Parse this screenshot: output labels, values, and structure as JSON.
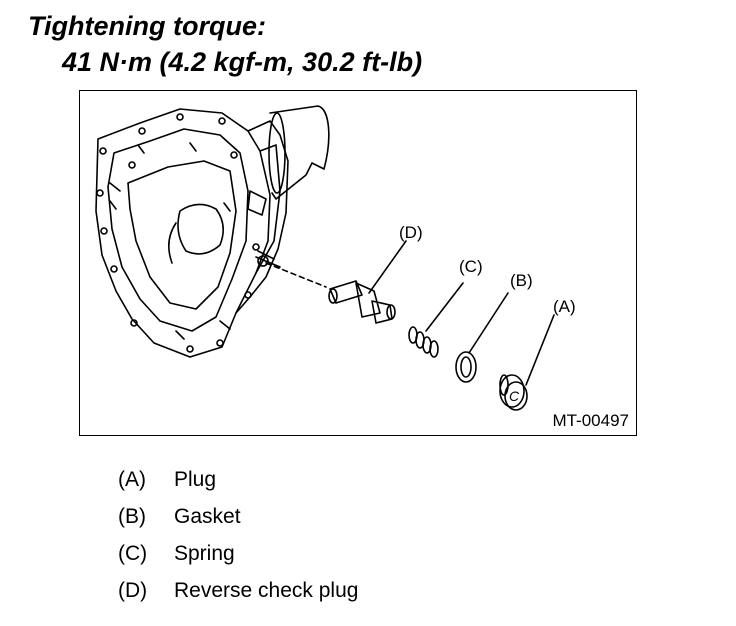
{
  "header": {
    "title": "Tightening torque:",
    "torque": "41 N·m (4.2 kgf-m, 30.2 ft-lb)"
  },
  "figure": {
    "id": "MT-00497",
    "callouts": [
      "(D)",
      "(C)",
      "(B)",
      "(A)"
    ]
  },
  "legend": [
    {
      "key": "(A)",
      "label": "Plug"
    },
    {
      "key": "(B)",
      "label": "Gasket"
    },
    {
      "key": "(C)",
      "label": "Spring"
    },
    {
      "key": "(D)",
      "label": "Reverse check plug"
    }
  ],
  "plug_marking": "C"
}
